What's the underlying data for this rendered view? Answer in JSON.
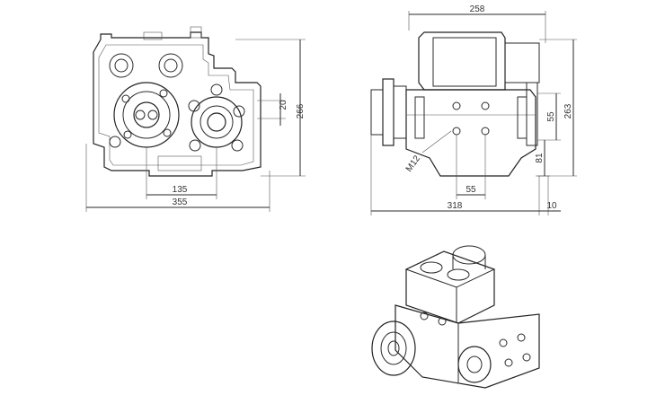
{
  "front_view": {
    "dims": {
      "width_total": "355",
      "shaft_spacing": "135",
      "height_total": "266",
      "offset": "20"
    }
  },
  "side_view": {
    "dims": {
      "top_width": "258",
      "bottom_width": "318",
      "flange": "10",
      "height_total": "263",
      "upper_height": "55",
      "lower_height": "81",
      "hole_spacing": "55",
      "thread": "M12"
    }
  }
}
